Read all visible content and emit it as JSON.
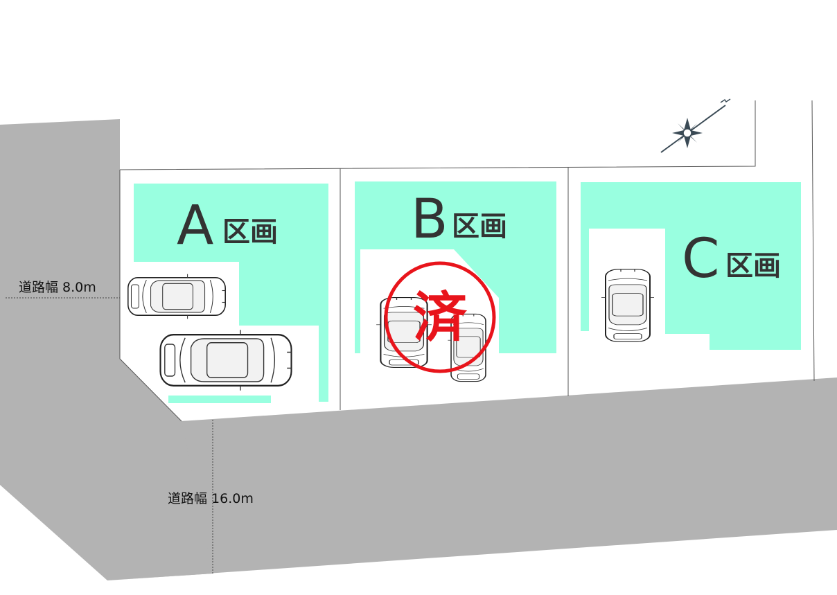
{
  "colors": {
    "road": "#b3b3b3",
    "parking": "#99ffe0",
    "lot_line": "#555555",
    "label": "#333333",
    "sold_mark": "#e8141b",
    "compass": "#3a4a55"
  },
  "lots": [
    {
      "id": "A",
      "letter": "A",
      "suffix": "区画",
      "sold": false
    },
    {
      "id": "B",
      "letter": "B",
      "suffix": "区画",
      "sold": true,
      "sold_label": "済"
    },
    {
      "id": "C",
      "letter": "C",
      "suffix": "区画",
      "sold": false
    }
  ],
  "roads": [
    {
      "id": "west",
      "label": "道路幅 8.0m"
    },
    {
      "id": "south",
      "label": "道路幅 16.0m"
    }
  ],
  "icons": {
    "compass": "compass-rose-icon",
    "car": "car-top-view-icon"
  }
}
